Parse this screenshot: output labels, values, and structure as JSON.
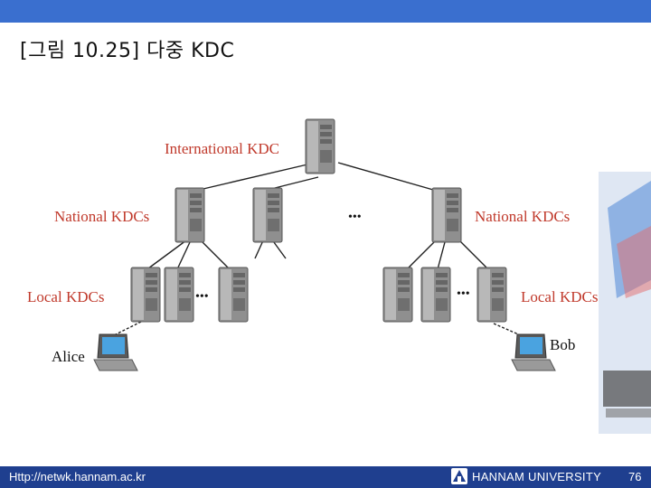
{
  "slide": {
    "title": "[그림 10.25] 다중 KDC"
  },
  "diagram": {
    "international_label": "International KDC",
    "national_left_label": "National KDCs",
    "national_right_label": "National KDCs",
    "local_left_label": "Local KDCs",
    "local_right_label": "Local KDCs",
    "alice_label": "Alice",
    "bob_label": "Bob",
    "ellipsis": "•••"
  },
  "footer": {
    "url": "Http://netwk.hannam.ac.kr",
    "university": "HANNAM UNIVERSITY",
    "page": "76"
  },
  "colors": {
    "top_bar": "#3a6fcf",
    "footer_bar": "#1f3f8f",
    "kdc_label": "#c0392b",
    "server_body": "#9a9a9a"
  }
}
